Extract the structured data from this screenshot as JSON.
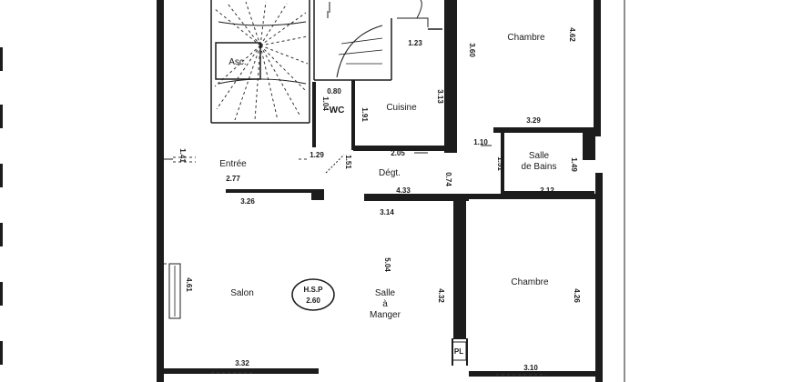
{
  "rooms": {
    "chambre_top": "Chambre",
    "cuisine": "Cuisine",
    "wc": "WC",
    "asc": "Asc.",
    "entree": "Entrée",
    "degt": "Dégt.",
    "salle_de_bains_1": "Salle",
    "salle_de_bains_2": "de Bains",
    "salon": "Salon",
    "salle_a_manger_1": "Salle",
    "salle_a_manger_2": "à",
    "salle_a_manger_3": "Manger",
    "chambre_bottom": "Chambre",
    "pl": "PL"
  },
  "hsp": {
    "label": "H.S.P",
    "value": "2.60"
  },
  "dimensions": {
    "d_1_23": "1.23",
    "d_3_60": "3.60",
    "d_4_62": "4.62",
    "d_0_80": "0.80",
    "d_1_04": "1.04",
    "d_1_91": "1.91",
    "d_3_13": "3.13",
    "d_3_29": "3.29",
    "d_1_41": "1.41",
    "d_1_29": "1.29",
    "d_2_05": "2.05",
    "d_1_10": "1.10",
    "d_1_51a": "1.51",
    "d_1_51b": "1.51",
    "d_1_49": "1.49",
    "d_2_77": "2.77",
    "d_0_74": "0.74",
    "d_4_33": "4.33",
    "d_2_12": "2.12",
    "d_3_26": "3.26",
    "d_3_14": "3.14",
    "d_5_04": "5.04",
    "d_4_61": "4.61",
    "d_4_32": "4.32",
    "d_4_26": "4.26",
    "d_3_32": "3.32",
    "d_3_10": "3.10"
  }
}
